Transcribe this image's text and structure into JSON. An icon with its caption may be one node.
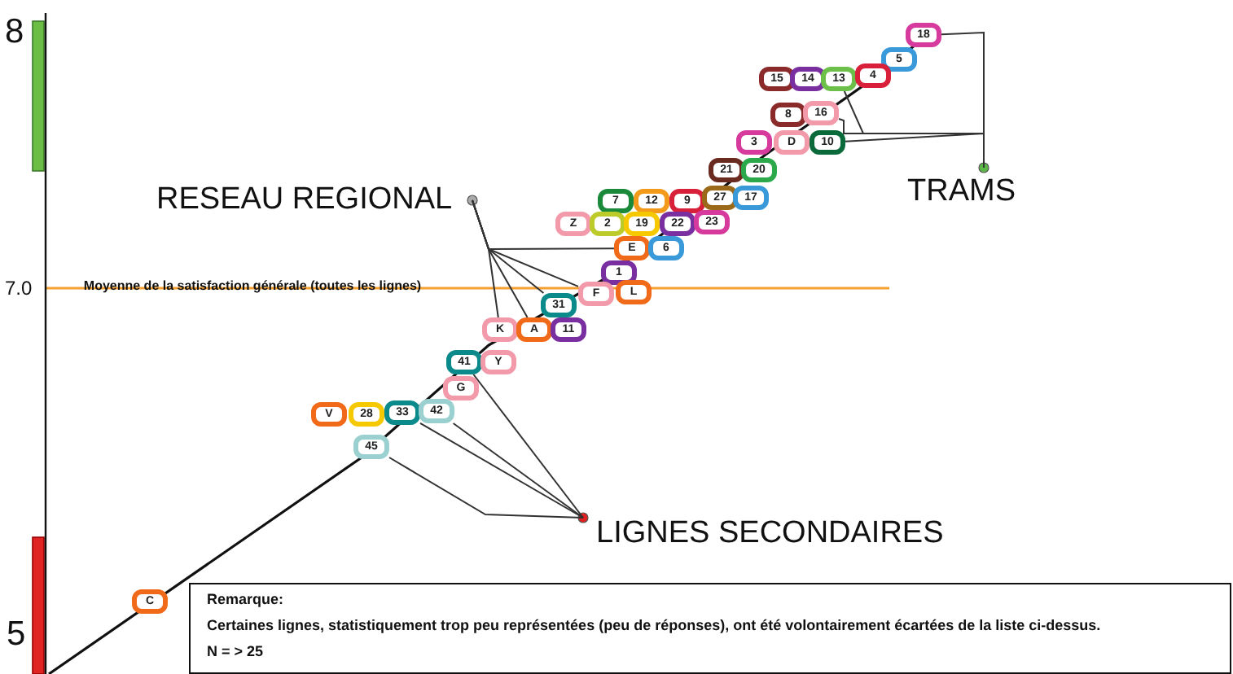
{
  "diagram": {
    "nodes": [
      {
        "text": [
          "18"
        ]
      },
      {
        "text": [
          "5"
        ]
      },
      {
        "text": [
          "15"
        ]
      },
      {
        "text": [
          "14"
        ]
      },
      {
        "text": [
          "13"
        ]
      },
      {
        "text": [
          "4"
        ]
      },
      {
        "text": [
          "8"
        ]
      },
      {
        "text": [
          "16"
        ]
      },
      {
        "text": [
          "3"
        ]
      },
      {
        "text": [
          "D"
        ]
      },
      {
        "text": [
          "10"
        ]
      },
      {
        "text": [
          "21"
        ]
      },
      {
        "text": [
          "20"
        ]
      },
      {
        "text": [
          "TRAMS"
        ]
      },
      {
        "text": [
          "RESEAU REGIONAL"
        ]
      },
      {
        "text": [
          "7"
        ]
      },
      {
        "text": [
          "12"
        ]
      },
      {
        "text": [
          "9"
        ]
      },
      {
        "text": [
          "27"
        ]
      },
      {
        "text": [
          "17"
        ]
      },
      {
        "text": [
          "Z"
        ]
      },
      {
        "text": [
          "2"
        ]
      },
      {
        "text": [
          "19"
        ]
      },
      {
        "text": [
          "22"
        ]
      },
      {
        "text": [
          "23"
        ]
      },
      {
        "text": [
          "E"
        ]
      },
      {
        "text": [
          "6"
        ]
      },
      {
        "text": [
          "1"
        ]
      },
      {
        "text": [
          "F"
        ]
      },
      {
        "text": [
          "L"
        ]
      },
      {
        "text": [
          "31"
        ]
      },
      {
        "text": [
          "K"
        ]
      },
      {
        "text": [
          "A"
        ]
      },
      {
        "text": [
          "11"
        ]
      },
      {
        "text": [
          "41"
        ]
      },
      {
        "text": [
          "Y"
        ]
      },
      {
        "text": [
          "G"
        ]
      },
      {
        "text": [
          "V"
        ]
      },
      {
        "text": [
          "28"
        ]
      },
      {
        "text": [
          "33"
        ]
      },
      {
        "text": [
          "42"
        ]
      },
      {
        "text": [
          "45"
        ]
      },
      {
        "text": [
          "LIGNES SECONDAIRES"
        ]
      },
      {
        "text": [
          "C"
        ]
      },
      {
        "text": [
          "Remarque:",
          "Certaines lignes, statistiquement trop peu représentées (peu de réponses), ont été volontairement écartées de la liste ci-dessus.",
          "N = > 25"
        ]
      }
    ],
    "edges": [
      {
        "from": 13,
        "to": 0,
        "arrow": "none"
      },
      {
        "from": 13,
        "to": 10,
        "arrow": "none"
      },
      {
        "from": 13,
        "to": 4,
        "arrow": "none"
      },
      {
        "from": 13,
        "to": 7,
        "arrow": "none"
      },
      {
        "from": 14,
        "to": 31,
        "arrow": "none"
      },
      {
        "from": 14,
        "to": 32,
        "arrow": "none"
      },
      {
        "from": 14,
        "to": 30,
        "arrow": "none"
      },
      {
        "from": 14,
        "to": 28,
        "arrow": "none"
      },
      {
        "from": 14,
        "to": 25,
        "arrow": "none"
      },
      {
        "from": 42,
        "to": 34,
        "arrow": "none"
      },
      {
        "from": 42,
        "to": 40,
        "arrow": "none"
      },
      {
        "from": 42,
        "to": 39,
        "arrow": "none"
      },
      {
        "from": 42,
        "to": 41,
        "arrow": "none"
      }
    ],
    "labels": [
      "8",
      "7.0",
      "Moyenne de la satisfaction générale (toutes les lignes)",
      "5"
    ]
  }
}
